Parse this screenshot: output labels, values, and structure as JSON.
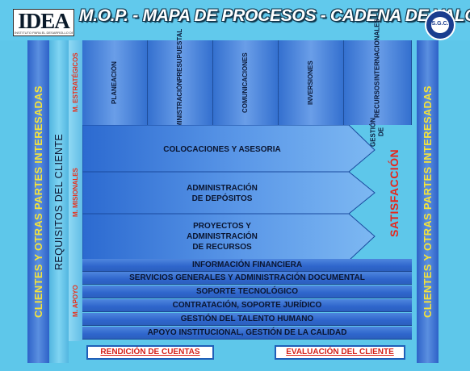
{
  "header": {
    "logo_text": "IDEA",
    "logo_subtext": "INSTITUTO PARA EL DESARROLLO DE ANTIOQUIA",
    "title": "M.O.P. - MAPA DE PROCESOS - CADENA DE VALOR",
    "seal_text": "S.G.C."
  },
  "left_band_label": "CLIENTES Y OTRAS PARTES INTERESADAS",
  "right_band_label": "CLIENTES Y OTRAS PARTES INTERESADAS",
  "requirements_label": "REQUISITOS DEL CLIENTE",
  "macro_labels": {
    "strategic": "M. ESTRATÉGICOS",
    "missional": "M. MISIONALES",
    "support": "M. APOYO"
  },
  "strategic_processes": [
    {
      "lines": [
        "PLANEACIÓN"
      ]
    },
    {
      "lines": [
        "ADMINISTRACIÓN",
        "PRESUPUESTAL"
      ]
    },
    {
      "lines": [
        "COMUNICACIONES"
      ]
    },
    {
      "lines": [
        "INVERSIONES"
      ]
    },
    {
      "lines": [
        "GESTIÓN DE",
        "RECURSOS",
        "INTERNACIONALES"
      ]
    }
  ],
  "missional_processes": [
    {
      "lines": [
        "COLOCACIONES Y ASESORIA"
      ]
    },
    {
      "lines": [
        "ADMINISTRACIÓN",
        "DE DEPÓSITOS"
      ]
    },
    {
      "lines": [
        "PROYECTOS Y",
        "ADMINISTRACIÓN",
        "DE RECURSOS"
      ]
    }
  ],
  "outcome_label": "SATISFACCIÓN",
  "support_processes": [
    "INFORMACIÓN FINANCIERA",
    "SERVICIOS GENERALES Y ADMINISTRACIÓN DOCUMENTAL",
    "SOPORTE TECNOLÓGICO",
    "CONTRATACIÓN,  SOPORTE JURÍDICO",
    "GESTIÓN DEL TALENTO HUMANO",
    "APOYO INSTITUCIONAL, GESTIÓN DE LA CALIDAD"
  ],
  "footer_buttons": {
    "accountability": "RENDICIÓN DE CUENTAS",
    "client_evaluation": "EVALUACIÓN DEL CLIENTE"
  },
  "colors": {
    "background": "#5ec7ea",
    "band_blue": "#2e62c8",
    "band_text": "#f5e33a",
    "accent_red": "#e8261a"
  }
}
